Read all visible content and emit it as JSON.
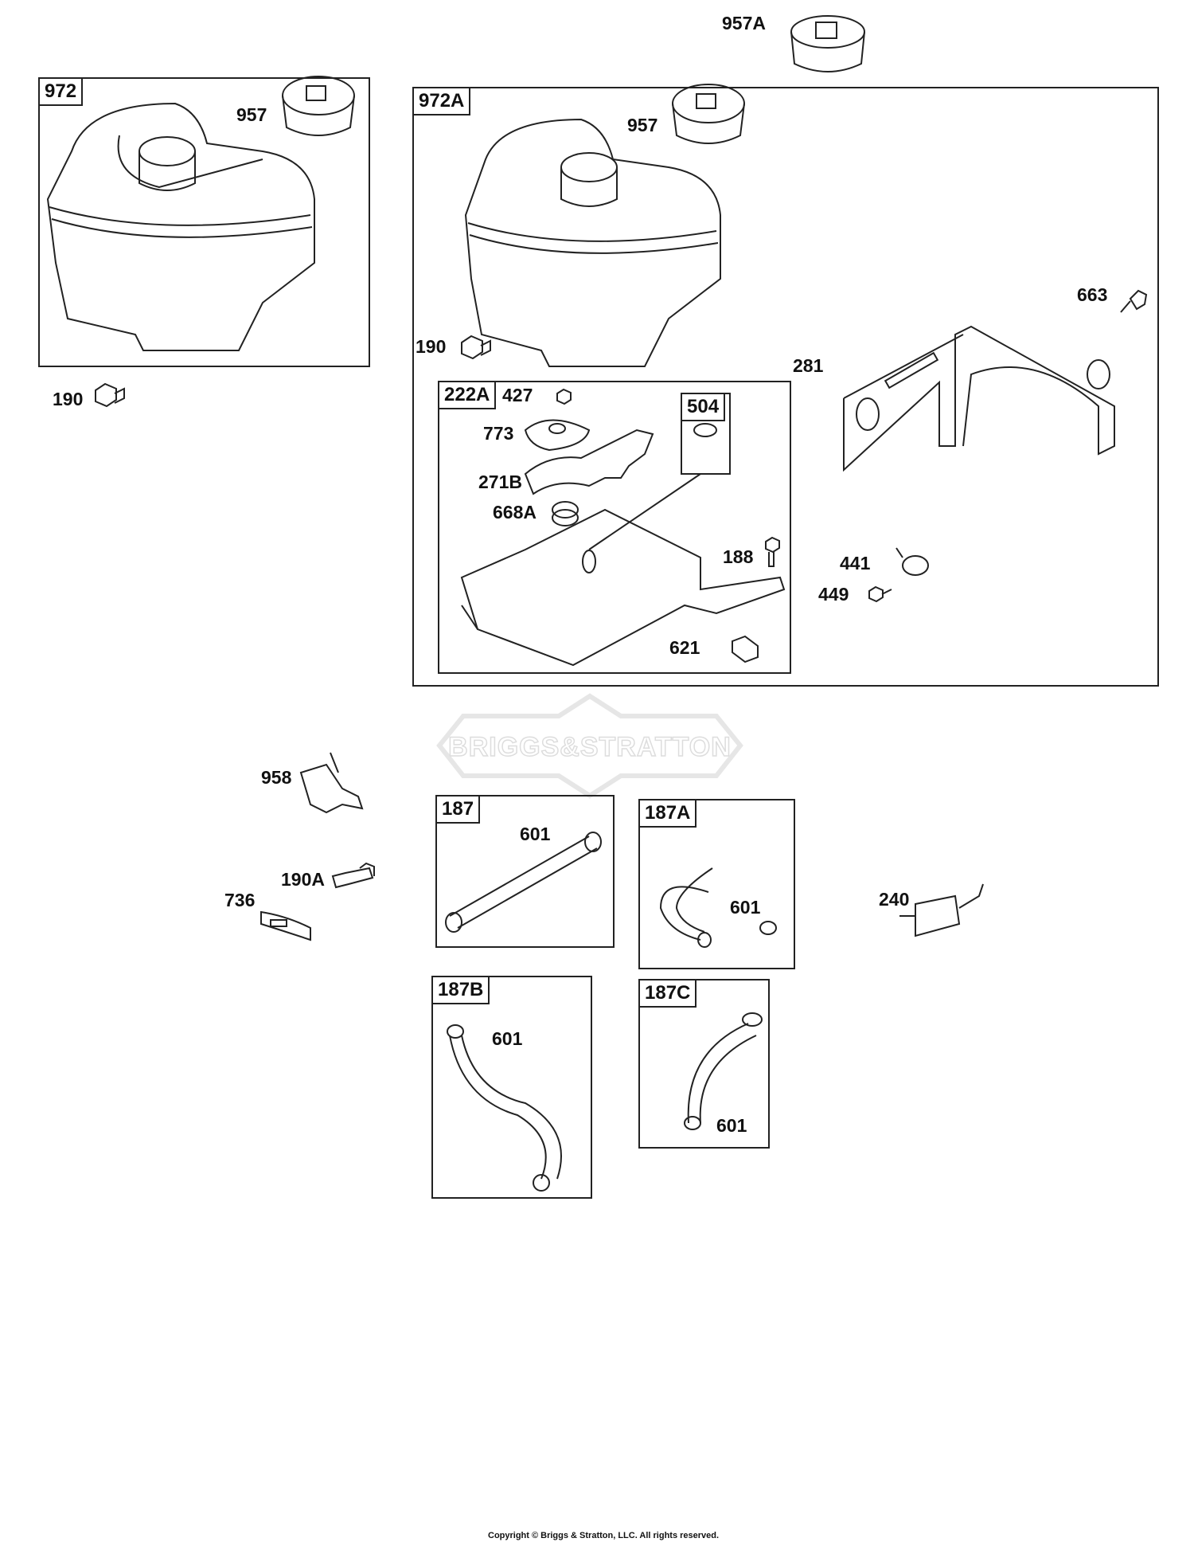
{
  "groups": {
    "g972": "972",
    "g972A": "972A",
    "g222A": "222A",
    "g504": "504",
    "g187": "187",
    "g187A": "187A",
    "g187B": "187B",
    "g187C": "187C"
  },
  "parts": {
    "p957A": "957A",
    "p957_a": "957",
    "p190_a": "190",
    "p957_b": "957",
    "p190_b": "190",
    "p281": "281",
    "p663": "663",
    "p427": "427",
    "p773": "773",
    "p271B": "271B",
    "p668A": "668A",
    "p188": "188",
    "p441": "441",
    "p449": "449",
    "p621": "621",
    "p958": "958",
    "p190A": "190A",
    "p736": "736",
    "p601_187": "601",
    "p601_187A": "601",
    "p240": "240",
    "p601_187B": "601",
    "p601_187C": "601"
  },
  "watermark": "BRIGGS&STRATTON",
  "copyright": "Copyright © Briggs & Stratton, LLC. All rights reserved."
}
